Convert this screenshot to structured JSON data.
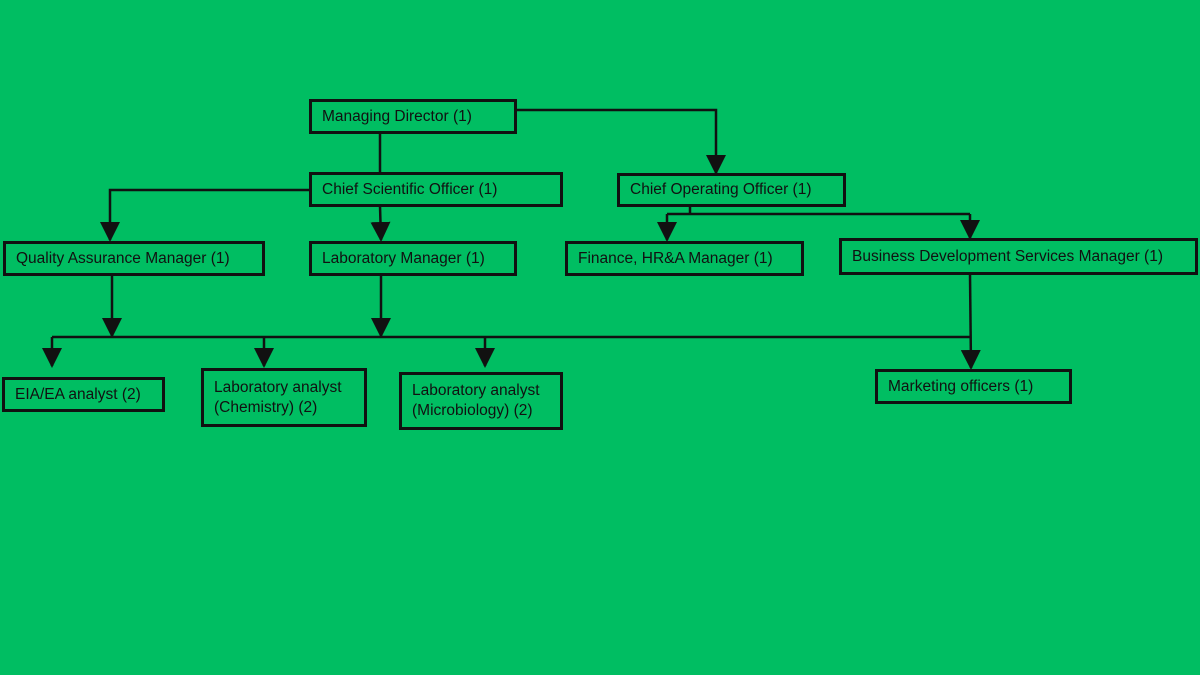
{
  "colors": {
    "background": "#00BE62",
    "line": "#111111"
  },
  "nodes": {
    "managing_director": "Managing Director (1)",
    "chief_scientific_officer": "Chief Scientific Officer (1)",
    "chief_operating_officer": "Chief Operating Officer (1)",
    "quality_assurance_manager": "Quality Assurance Manager (1)",
    "laboratory_manager": "Laboratory Manager (1)",
    "finance_hra_manager": "Finance, HR&A Manager (1)",
    "business_development_manager": "Business Development Services Manager (1)",
    "eia_ea_analyst": "EIA/EA analyst (2)",
    "lab_analyst_chemistry": {
      "line1": "Laboratory analyst",
      "line2": "(Chemistry) (2)"
    },
    "lab_analyst_microbiology": {
      "line1": "Laboratory analyst",
      "line2": "(Microbiology) (2)"
    },
    "marketing_officers": "Marketing officers (1)"
  }
}
